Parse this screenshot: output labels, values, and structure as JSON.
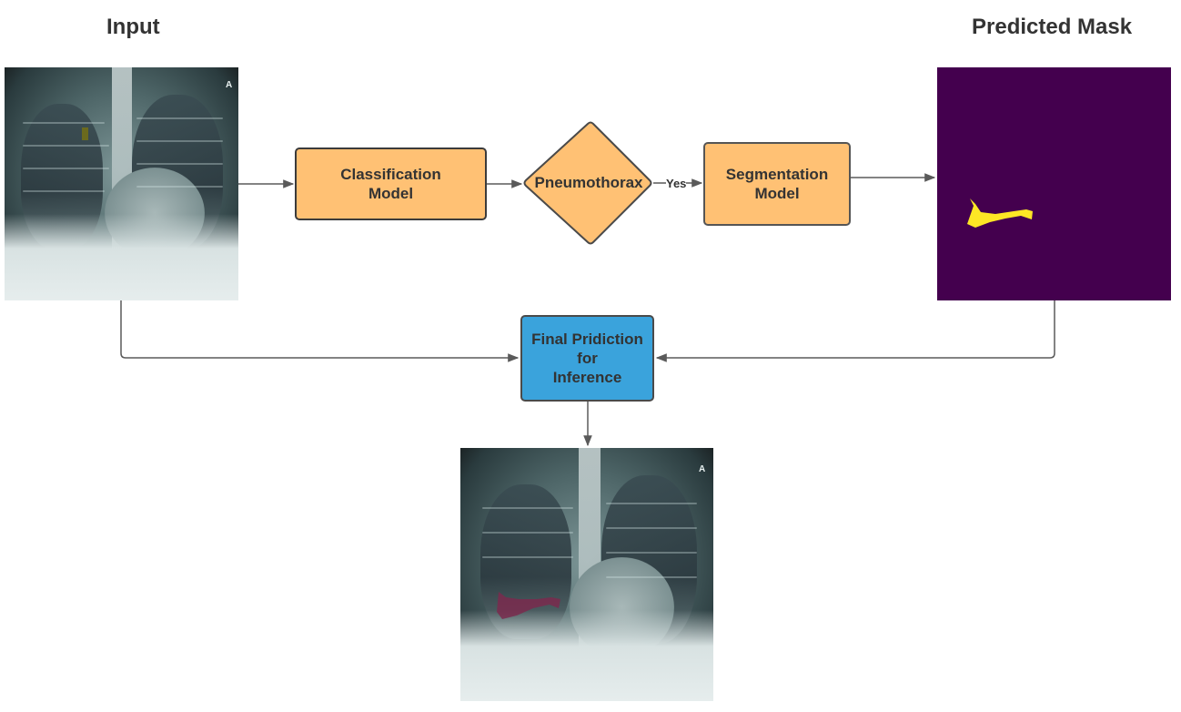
{
  "headings": {
    "input": "Input",
    "predicted_mask": "Predicted Mask"
  },
  "nodes": {
    "classification": "Classification\nModel",
    "pneumothorax": "Pneumothorax",
    "segmentation": "Segmentation\nModel",
    "final": "Final Pridiction\nfor\nInference"
  },
  "edges": {
    "yes": "Yes"
  },
  "xray_marker": "A",
  "colors": {
    "process_fill": "#ffc174",
    "final_fill": "#3aa3dc",
    "mask_background": "#44004e",
    "mask_region": "#fde725",
    "overlay_region": "#7a2a4e",
    "connector": "#5a5a5a"
  },
  "images": {
    "input": "chest-xray",
    "predicted_mask": "segmentation-mask",
    "output": "chest-xray-with-mask-overlay"
  }
}
